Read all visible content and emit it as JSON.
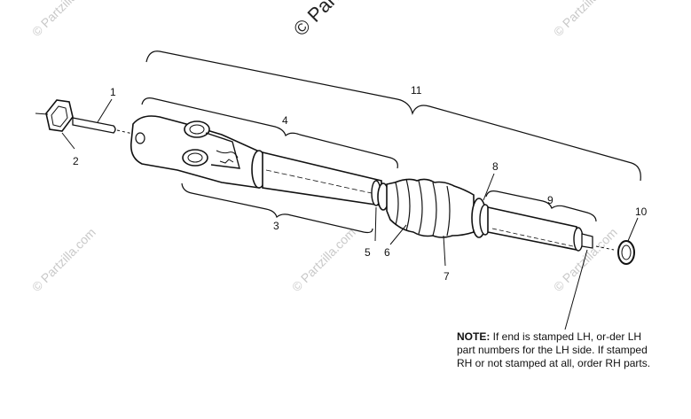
{
  "watermarks": {
    "top": "© Partzilla.com",
    "small": "© Partzilla.com"
  },
  "callouts": {
    "c1": "1",
    "c2": "2",
    "c3": "3",
    "c4": "4",
    "c5": "5",
    "c6": "6",
    "c7": "7",
    "c8": "8",
    "c9": "9",
    "c10": "10",
    "c11": "11"
  },
  "note": {
    "label": "NOTE:",
    "text": " If end is stamped LH, or-der LH part numbers for the LH side.  If stamped RH or not stamped at all, order RH parts."
  },
  "colors": {
    "line": "#111111",
    "watermark": "#c9c9c9"
  }
}
